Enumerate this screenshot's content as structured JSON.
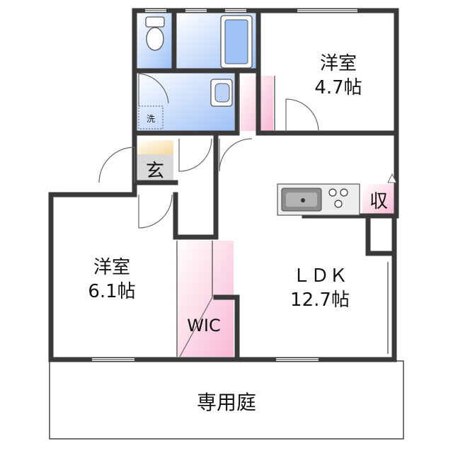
{
  "rooms": {
    "western_upper": {
      "name": "洋室",
      "size": "4.7帖"
    },
    "western_left": {
      "name": "洋室",
      "size": "6.1帖"
    },
    "ldk": {
      "name": "ＬＤＫ",
      "size": "12.7帖"
    },
    "wic": {
      "name": "WIC"
    },
    "entrance": {
      "name": "玄"
    },
    "storage": {
      "name": "収"
    },
    "washer": {
      "name": "洗"
    },
    "garden": {
      "name": "専用庭"
    }
  },
  "colors": {
    "wall": "#3a3a3a",
    "wet_area": "#cfe0fb",
    "bath_tub": "#9fc2f4",
    "closet_pink": "#f8c9de",
    "entrance_floor": "#f7e2b4",
    "kitchen_gray": "#8c8c8c"
  }
}
